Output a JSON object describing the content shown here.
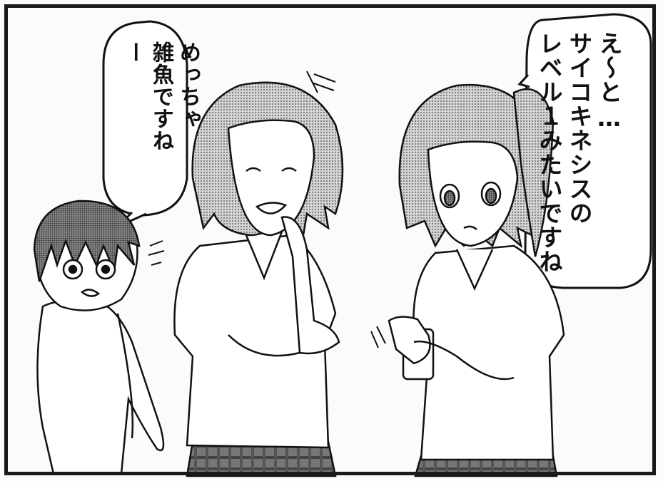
{
  "panel": {
    "bubble_right": {
      "lines": [
        "え〜と…",
        "サイコキネシスの",
        "レベル１みたいですね"
      ]
    },
    "bubble_left": {
      "lines": [
        "めっちゃ",
        "雑魚ですね",
        "ー"
      ]
    },
    "colors": {
      "ink": "#111111",
      "screentone": "#9a9a9a",
      "paper": "#fbfbfb"
    }
  }
}
